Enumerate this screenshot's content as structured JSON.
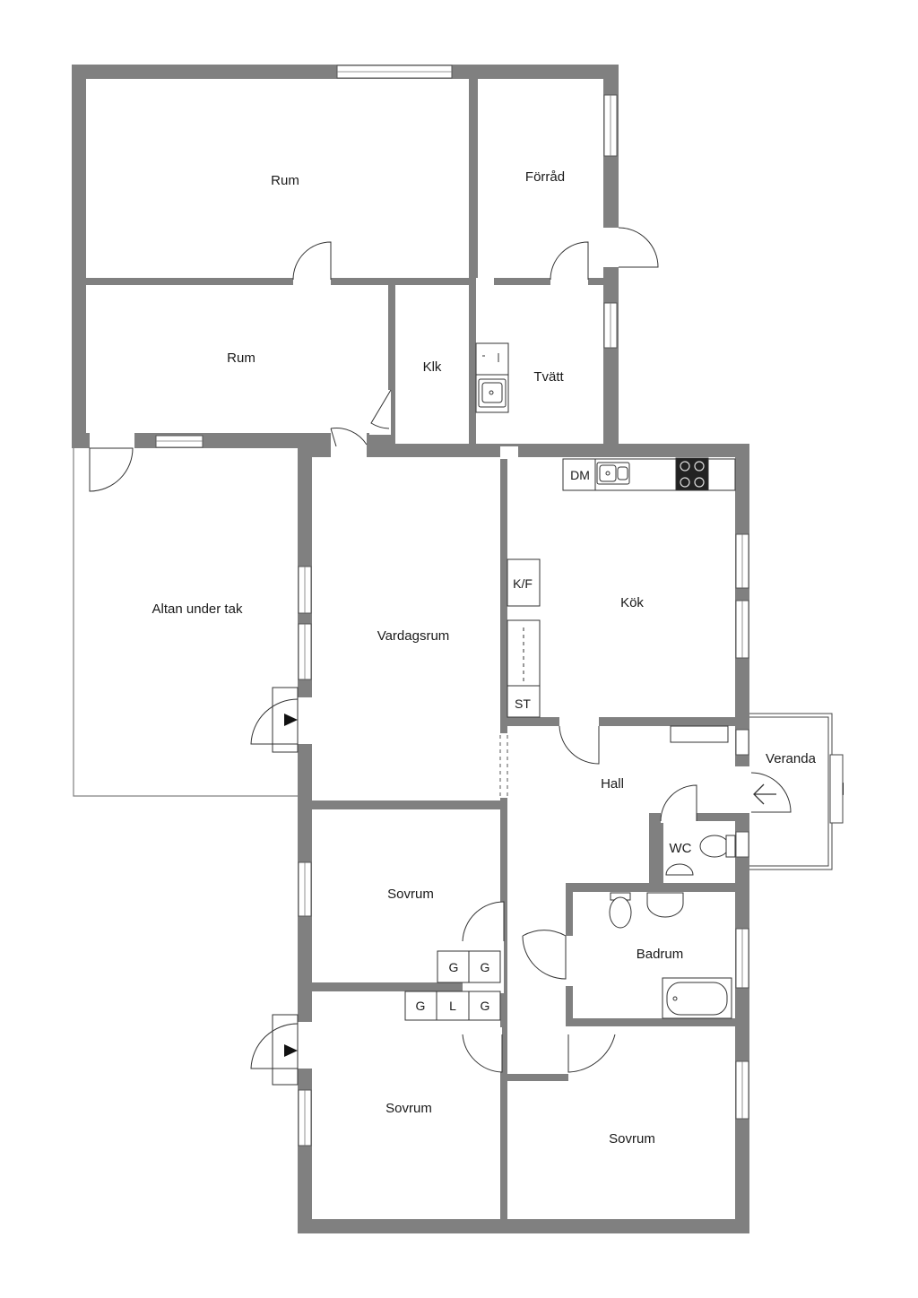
{
  "colors": {
    "wall": "#808080",
    "floor": "#ffffff",
    "line": "#333333",
    "text": "#1a1a1a"
  },
  "rooms": {
    "rum_1": "Rum",
    "forrad": "Förråd",
    "rum_2": "Rum",
    "klk": "Klk",
    "tvatt": "Tvätt",
    "altan": "Altan under tak",
    "vardagsrum": "Vardagsrum",
    "kok": "Kök",
    "hall": "Hall",
    "veranda": "Veranda",
    "wc": "WC",
    "badrum": "Badrum",
    "sovrum_1": "Sovrum",
    "sovrum_2": "Sovrum",
    "sovrum_3": "Sovrum"
  },
  "fixtures": {
    "dm": "DM",
    "kf": "K/F",
    "st": "ST",
    "g1": "G",
    "g2": "G",
    "g3": "G",
    "l1": "L",
    "g4": "G"
  }
}
